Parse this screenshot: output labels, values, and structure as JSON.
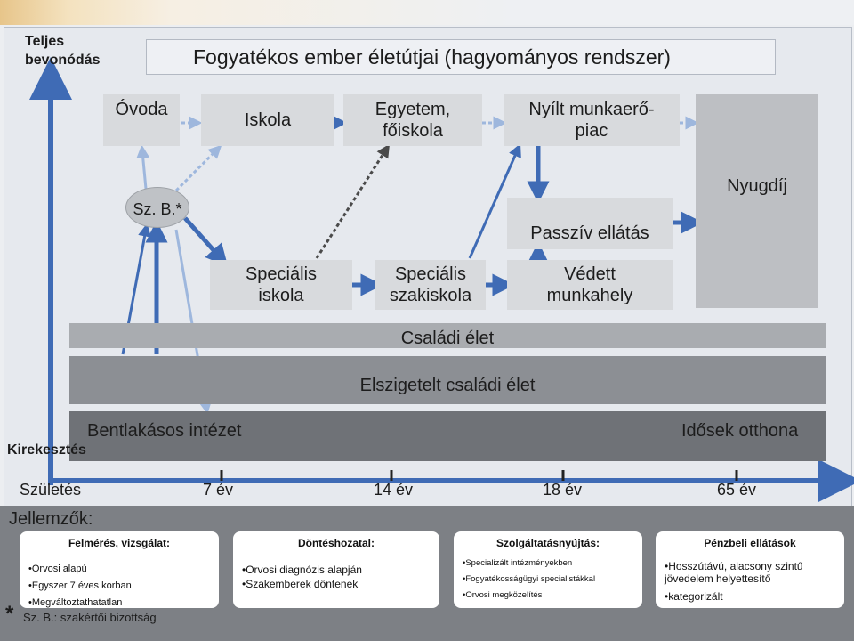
{
  "top_axis_label": "Teljes\nbevonódás",
  "title": "Fogyatékos ember életútjai (hagyományos rendszer)",
  "boxes": {
    "ovoda": "Óvoda",
    "iskola": "Iskola",
    "egyetem": "Egyetem,\nfőiskola",
    "nyilt": "Nyílt munkaerő-\npiac",
    "nyugdij": "Nyugdíj",
    "szb": "Sz. B.*",
    "passziv": "Passzív ellátás",
    "spec_iskola": "Speciális\niskola",
    "spec_szakiskola": "Speciális\nszakiskola",
    "vedett": "Védett\nmunkahely"
  },
  "bands": {
    "csaladi": "Családi élet",
    "elszigetelt": "Elszigetelt családi élet",
    "bentlakasos": "Bentlakásos intézet",
    "idosek": "Idősek otthona"
  },
  "left_axis_bottom": "Kirekesztés",
  "timeline": [
    "Születés",
    "7 év",
    "14 év",
    "18 év",
    "65 év"
  ],
  "jellemzok_label": "Jellemzők:",
  "cards": [
    {
      "title": "Felmérés, vizsgálat:",
      "items": [
        "•Orvosi alapú",
        "•Egyszer 7 éves korban",
        "•Megváltoztathatatlan"
      ]
    },
    {
      "title": "Döntéshozatal:",
      "items": [
        "•Orvosi diagnózis alapján",
        "•Szakemberek döntenek"
      ]
    },
    {
      "title": "Szolgáltatásnyújtás:",
      "items": [
        "•Specializált intézményekben",
        "•Fogyatékosságügyi specialistákkal",
        "•Orvosi megközelítés"
      ]
    },
    {
      "title": "Pénzbeli ellátások",
      "items": [
        "•Hosszútávú, alacsony szintű jövedelem helyettesítő",
        "•kategorizált"
      ]
    }
  ],
  "footnote_star": "*",
  "footnote": "Sz. B.: szakértői bizottság",
  "colors": {
    "arrow_blue": "#3f6bb5",
    "dark_dotted": "#4a4a4a",
    "light_dotted": "#9eb7dd"
  }
}
